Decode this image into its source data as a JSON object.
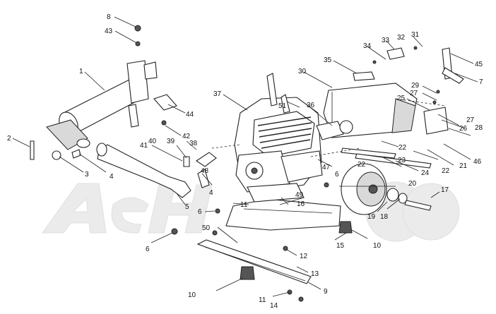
{
  "diagram": {
    "watermark": "AeH",
    "callouts": [
      {
        "id": "c8",
        "label": "8"
      },
      {
        "id": "c43",
        "label": "43"
      },
      {
        "id": "c1",
        "label": "1"
      },
      {
        "id": "c2",
        "label": "2"
      },
      {
        "id": "c3",
        "label": "3"
      },
      {
        "id": "c4a",
        "label": "4"
      },
      {
        "id": "c4b",
        "label": "4"
      },
      {
        "id": "c5",
        "label": "5"
      },
      {
        "id": "c6a",
        "label": "6"
      },
      {
        "id": "c6b",
        "label": "6"
      },
      {
        "id": "c6c",
        "label": "6"
      },
      {
        "id": "c44",
        "label": "44"
      },
      {
        "id": "c42",
        "label": "42"
      },
      {
        "id": "c38",
        "label": "38"
      },
      {
        "id": "c41",
        "label": "41"
      },
      {
        "id": "c40",
        "label": "40"
      },
      {
        "id": "c39",
        "label": "39"
      },
      {
        "id": "c48",
        "label": "48"
      },
      {
        "id": "c37",
        "label": "37"
      },
      {
        "id": "c51",
        "label": "51"
      },
      {
        "id": "c36",
        "label": "36"
      },
      {
        "id": "c35",
        "label": "35"
      },
      {
        "id": "c34",
        "label": "34"
      },
      {
        "id": "c33",
        "label": "33"
      },
      {
        "id": "c32",
        "label": "32"
      },
      {
        "id": "c31",
        "label": "31"
      },
      {
        "id": "c30",
        "label": "30"
      },
      {
        "id": "c45",
        "label": "45"
      },
      {
        "id": "c7",
        "label": "7"
      },
      {
        "id": "c29",
        "label": "29"
      },
      {
        "id": "c27a",
        "label": "27"
      },
      {
        "id": "c25",
        "label": "25"
      },
      {
        "id": "c26",
        "label": "26"
      },
      {
        "id": "c27b",
        "label": "27"
      },
      {
        "id": "c28",
        "label": "28"
      },
      {
        "id": "c22a",
        "label": "22"
      },
      {
        "id": "c22b",
        "label": "22"
      },
      {
        "id": "c22c",
        "label": "22"
      },
      {
        "id": "c23",
        "label": "23"
      },
      {
        "id": "c24",
        "label": "24"
      },
      {
        "id": "c21",
        "label": "21"
      },
      {
        "id": "c46",
        "label": "46"
      },
      {
        "id": "c47",
        "label": "47"
      },
      {
        "id": "c20",
        "label": "20"
      },
      {
        "id": "c17",
        "label": "17"
      },
      {
        "id": "c19",
        "label": "19"
      },
      {
        "id": "c18",
        "label": "18"
      },
      {
        "id": "c49",
        "label": "49"
      },
      {
        "id": "c16",
        "label": "16"
      },
      {
        "id": "c11a",
        "label": "11"
      },
      {
        "id": "c11b",
        "label": "11"
      },
      {
        "id": "c15",
        "label": "15"
      },
      {
        "id": "c10a",
        "label": "10"
      },
      {
        "id": "c10b",
        "label": "10"
      },
      {
        "id": "c50",
        "label": "50"
      },
      {
        "id": "c12",
        "label": "12"
      },
      {
        "id": "c13",
        "label": "13"
      },
      {
        "id": "c9",
        "label": "9"
      },
      {
        "id": "c14",
        "label": "14"
      }
    ]
  }
}
